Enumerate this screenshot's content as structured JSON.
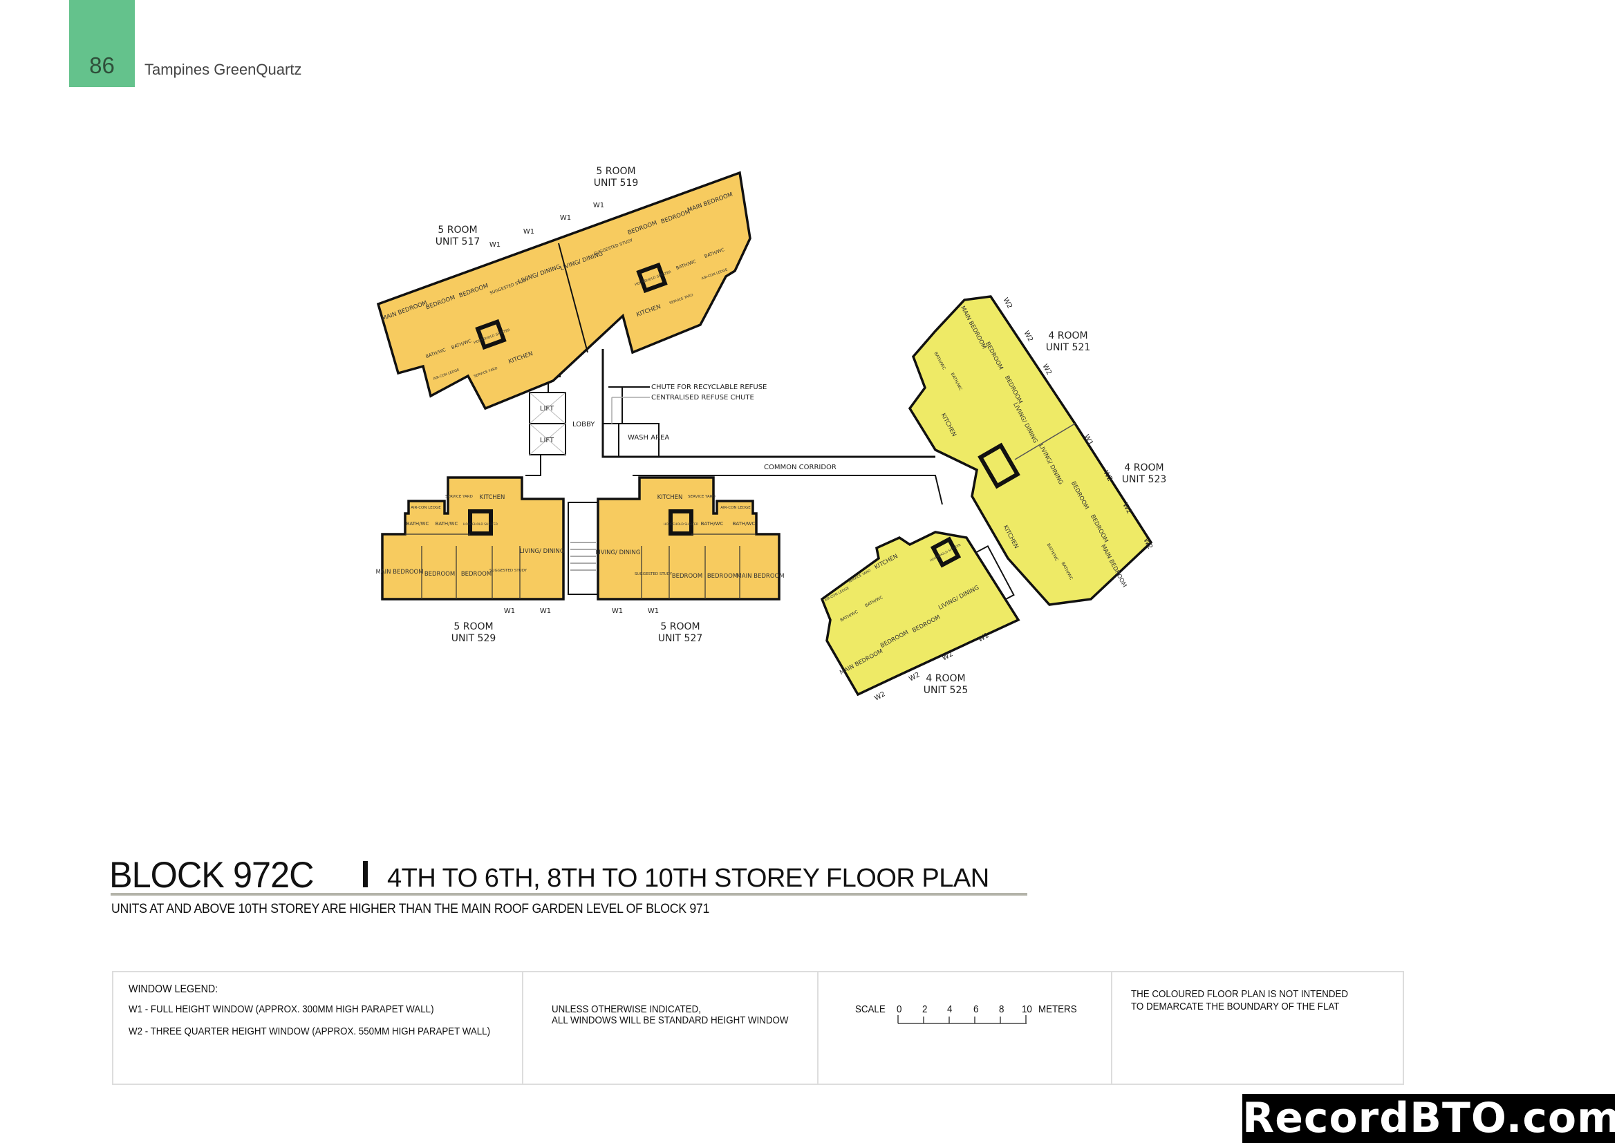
{
  "header": {
    "page_number": "86",
    "doc_title": "Tampines GreenQuartz",
    "tab_color": "#64c28c"
  },
  "title": {
    "block": "BLOCK 972C",
    "storeys": "4TH TO 6TH, 8TH TO 10TH STOREY FLOOR PLAN",
    "note": "UNITS AT AND ABOVE 10TH STOREY ARE HIGHER THAN THE MAIN ROOF GARDEN LEVEL OF BLOCK 971"
  },
  "colors": {
    "five_room": "#f7cb5f",
    "four_room": "#eeea66"
  },
  "plan": {
    "units": [
      {
        "type": "5 ROOM",
        "unit": "UNIT 517"
      },
      {
        "type": "5 ROOM",
        "unit": "UNIT 519"
      },
      {
        "type": "4 ROOM",
        "unit": "UNIT 521"
      },
      {
        "type": "4 ROOM",
        "unit": "UNIT 523"
      },
      {
        "type": "4 ROOM",
        "unit": "UNIT 525"
      },
      {
        "type": "5 ROOM",
        "unit": "UNIT 527"
      },
      {
        "type": "5 ROOM",
        "unit": "UNIT 529"
      }
    ],
    "rooms": {
      "u517": [
        "MAIN BEDROOM",
        "BEDROOM",
        "BEDROOM",
        "SUGGESTED STUDY",
        "LIVING/ DINING",
        "HOUSEHOLD SHELTER",
        "BATH/WC",
        "BATH/WC",
        "KITCHEN",
        "SERVICE YARD",
        "AIR-CON LEDGE"
      ],
      "u519": [
        "LIVING/ DINING",
        "SUGGESTED STUDY",
        "BEDROOM",
        "BEDROOM",
        "MAIN BEDROOM",
        "HOUSEHOLD SHELTER",
        "BATH/WC",
        "BATH/WC",
        "KITCHEN",
        "SERVICE YARD",
        "AIR-CON LEDGE"
      ],
      "u521": [
        "MAIN BEDROOM",
        "BEDROOM",
        "BEDROOM",
        "LIVING/ DINING",
        "KITCHEN",
        "BATH/WC",
        "BATH/WC"
      ],
      "u523": [
        "LIVING/ DINING",
        "BEDROOM",
        "BEDROOM",
        "MAIN BEDROOM",
        "KITCHEN",
        "BATH/WC",
        "BATH/WC"
      ],
      "u525": [
        "KITCHEN",
        "SERVICE YARD",
        "AIR-CON LEDGE",
        "BATH/WC",
        "BATH/WC",
        "HOUSEHOLD SHELTER",
        "LIVING/ DINING",
        "BEDROOM",
        "BEDROOM",
        "MAIN BEDROOM"
      ],
      "u527": [
        "KITCHEN",
        "SERVICE YARD",
        "AIR-CON LEDGE",
        "HOUSEHOLD SHELTER",
        "BATH/WC",
        "BATH/WC",
        "LIVING/ DINING",
        "SUGGESTED STUDY",
        "BEDROOM",
        "BEDROOM",
        "MAIN BEDROOM"
      ],
      "u529": [
        "KITCHEN",
        "SERVICE YARD",
        "AIR-CON LEDGE",
        "BATH/WC",
        "BATH/WC",
        "HOUSEHOLD SHELTER",
        "LIVING/ DINING",
        "MAIN BEDROOM",
        "BEDROOM",
        "BEDROOM",
        "SUGGESTED STUDY"
      ]
    },
    "common": {
      "lift": "LIFT",
      "lobby": "LOBBY",
      "wash_area": "WASH AREA",
      "common_corridor": "COMMON CORRIDOR",
      "chute_recyclable": "CHUTE FOR RECYCLABLE REFUSE",
      "chute_centralised": "CENTRALISED REFUSE CHUTE"
    },
    "windows": {
      "w1": "W1",
      "w2": "W2"
    }
  },
  "legend": {
    "heading": "WINDOW LEGEND:",
    "w1": "W1 -  FULL HEIGHT WINDOW (APPROX. 300MM HIGH PARAPET WALL)",
    "w2": "W2 -  THREE QUARTER HEIGHT WINDOW (APPROX. 550MM HIGH PARAPET WALL)",
    "standard_1": "UNLESS OTHERWISE INDICATED,",
    "standard_2": "ALL WINDOWS WILL BE STANDARD HEIGHT WINDOW",
    "scale_label": "SCALE",
    "scale_ticks": [
      "0",
      "2",
      "4",
      "6",
      "8",
      "10"
    ],
    "scale_unit": "METERS",
    "disclaimer_1": "THE COLOURED FLOOR PLAN IS NOT INTENDED",
    "disclaimer_2": "TO DEMARCATE THE BOUNDARY OF THE FLAT"
  },
  "watermark": "RecordBTO.com"
}
